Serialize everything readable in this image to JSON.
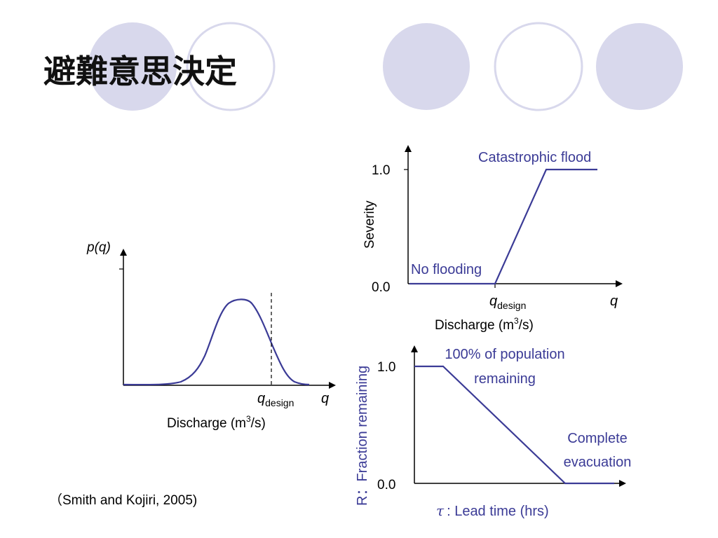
{
  "slide": {
    "title": "避難意思決定",
    "citation": "（Smith and Kojiri, 2005)"
  },
  "colors": {
    "accent": "#3b3b96",
    "disc_fill": "#d8d8ec",
    "disc_stroke": "#d8d8ec",
    "axis": "#000000"
  },
  "pdf_chart": {
    "y_label": "p(q)",
    "x_label_prefix": "Discharge (m",
    "x_label_sup": "3",
    "x_label_suffix": "/s)",
    "q_design_main": "q",
    "q_design_sub": "design",
    "q_axis": "q"
  },
  "severity_chart": {
    "y_label": "Severity",
    "tick_top": "1.0",
    "tick_bottom": "0.0",
    "high_label": "Catastrophic flood",
    "low_label": "No flooding",
    "q_design_main": "q",
    "q_design_sub": "design",
    "q_axis": "q",
    "x_label_prefix": "Discharge (m",
    "x_label_sup": "3",
    "x_label_suffix": "/s)"
  },
  "evac_chart": {
    "y_label": "R：Fraction remaining",
    "tick_top": "1.0",
    "tick_bottom": "0.0",
    "high_label_1": "100% of population",
    "high_label_2": "remaining",
    "low_label_1": "Complete",
    "low_label_2": "evacuation",
    "x_label_symbol": "τ",
    "x_label_text": ": Lead time (hrs)"
  }
}
